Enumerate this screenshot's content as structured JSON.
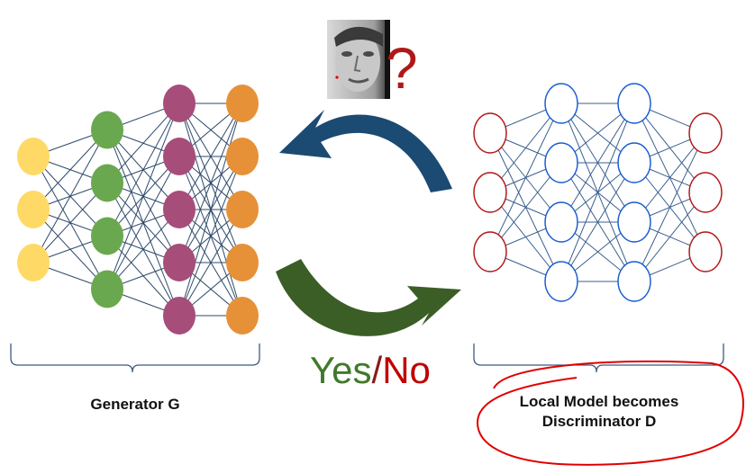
{
  "generator": {
    "label": "Generator G",
    "layers": [
      {
        "color": "#ffd966",
        "count": 3
      },
      {
        "color": "#6aa84f",
        "count": 4
      },
      {
        "color": "#a64d79",
        "count": 5
      },
      {
        "color": "#e69138",
        "count": 5
      }
    ]
  },
  "discriminator": {
    "label_line1": "Local Model becomes",
    "label_line2": "Discriminator D",
    "layers": [
      {
        "color": "#b31b1b",
        "count": 3
      },
      {
        "color": "#1c5fd1",
        "count": 4
      },
      {
        "color": "#1c5fd1",
        "count": 4
      },
      {
        "color": "#b31b1b",
        "count": 3
      }
    ]
  },
  "feedback": {
    "yes": "Yes",
    "slash": "/",
    "no": "No"
  },
  "query_symbol": "?",
  "colors": {
    "arrow_top": "#1b4a73",
    "arrow_bottom": "#3b5e26",
    "brace": "#3d5a80",
    "highlight_circle": "#e00000"
  }
}
